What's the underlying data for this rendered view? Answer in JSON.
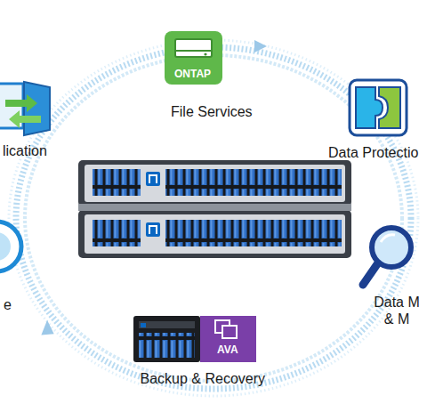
{
  "diagram": {
    "nodes": [
      {
        "text": [
          "ONTAP",
          "File Services"
        ]
      },
      {
        "text": [
          "lication"
        ]
      },
      {
        "text": [
          "Data Protectio"
        ]
      },
      {
        "text": [
          "e"
        ]
      },
      {
        "text": [
          "Data M & M"
        ]
      },
      {
        "text": [
          "AVA",
          "Backup & Recovery"
        ]
      }
    ]
  }
}
